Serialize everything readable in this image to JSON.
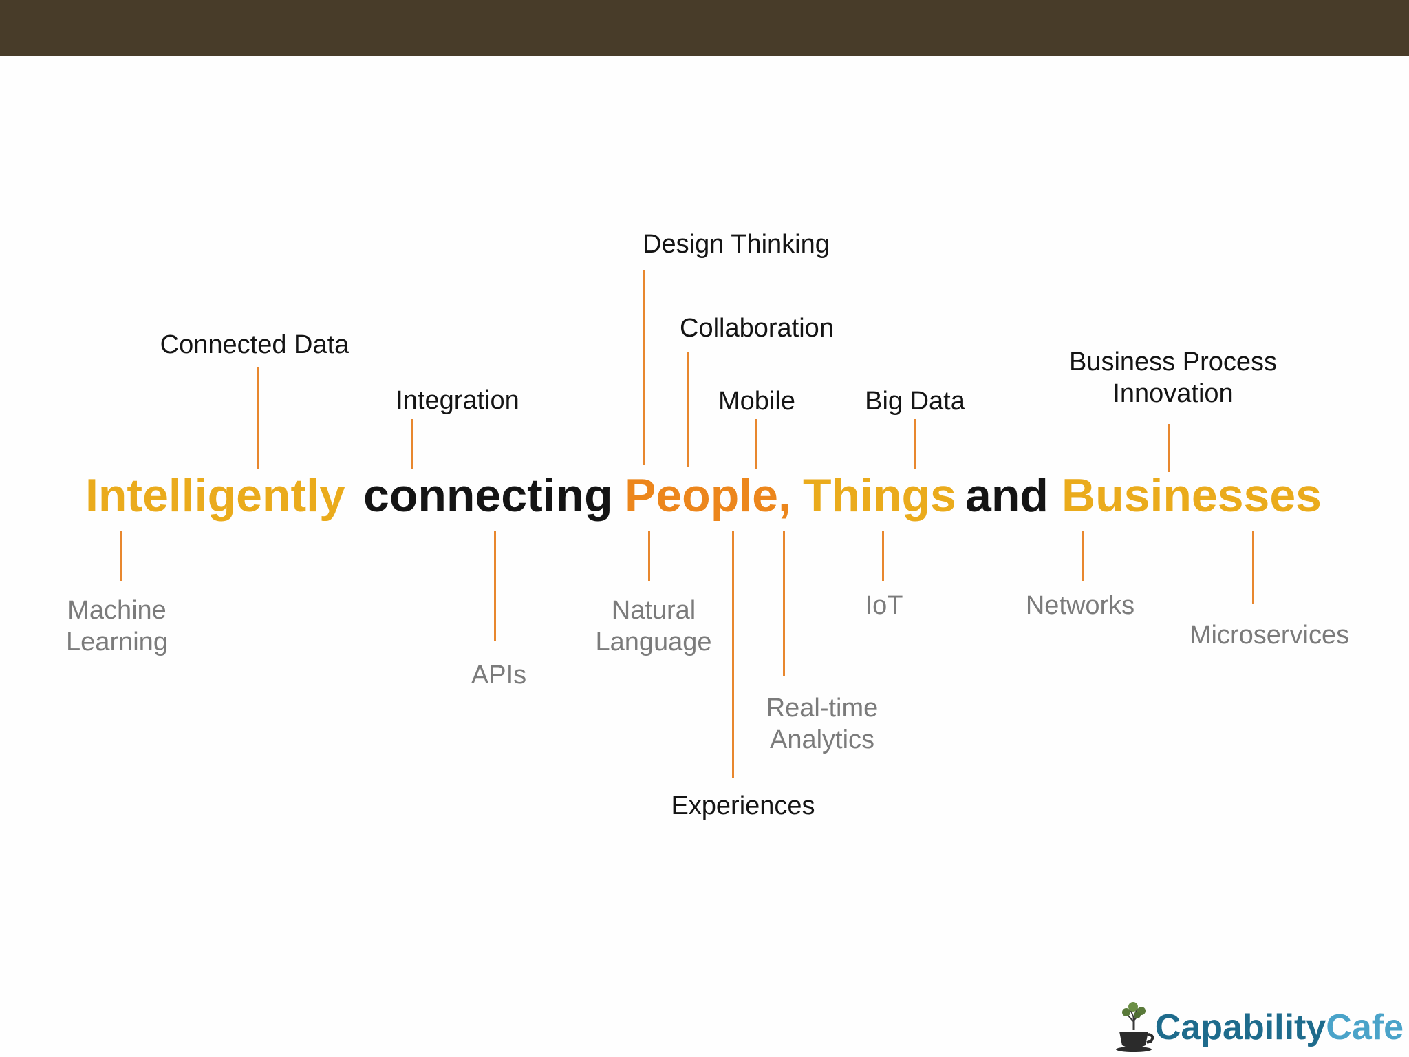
{
  "headline": {
    "intelligently": "Intelligently",
    "connecting": "connecting",
    "people": "People,",
    "things": "Things",
    "and": "and",
    "businesses": "Businesses"
  },
  "colors": {
    "gold": "#eaab1c",
    "orange": "#ec861c",
    "black": "#141414",
    "gray": "#7b7b7b",
    "line": "#e8872e",
    "topbar": "#483c29"
  },
  "labels_above": {
    "design_thinking": "Design Thinking",
    "collaboration": "Collaboration",
    "connected_data": "Connected Data",
    "integration": "Integration",
    "mobile": "Mobile",
    "big_data": "Big Data",
    "business_process": [
      "Business Process",
      "Innovation"
    ]
  },
  "labels_below": {
    "machine_learning": [
      "Machine",
      "Learning"
    ],
    "apis": "APIs",
    "natural_language": [
      "Natural",
      "Language"
    ],
    "experiences": "Experiences",
    "realtime_analytics": [
      "Real-time",
      "Analytics"
    ],
    "iot": "IoT",
    "networks": "Networks",
    "microservices": "Microservices"
  },
  "logo": {
    "part1": "Capability",
    "part2": "Cafe",
    "icon": "coffee-cup-tree-icon"
  }
}
